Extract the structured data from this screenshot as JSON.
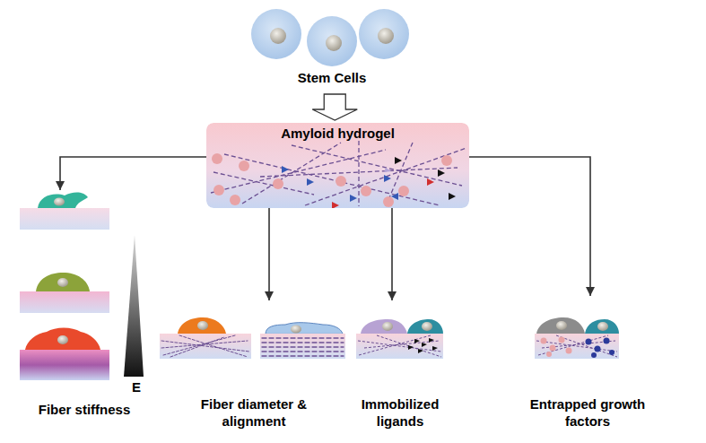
{
  "diagram": {
    "nodes": [
      {
        "text": [
          "Stem Cells"
        ]
      },
      {
        "text": [
          "Amyloid hydrogel"
        ]
      },
      {
        "text": [
          "Fiber stiffness"
        ]
      },
      {
        "text": [
          "Fiber diameter & alignment"
        ]
      },
      {
        "text": [
          "Immobilized ligands"
        ]
      },
      {
        "text": [
          "Entrapped growth factors"
        ]
      }
    ],
    "edges": [
      {
        "from": 0,
        "to": 1,
        "arrow": "to"
      },
      {
        "from": 1,
        "to": 2,
        "arrow": "to"
      },
      {
        "from": 1,
        "to": 3,
        "arrow": "to"
      },
      {
        "from": 1,
        "to": 4,
        "arrow": "to"
      },
      {
        "from": 1,
        "to": 5,
        "arrow": "to"
      }
    ],
    "labels": [
      "E"
    ]
  }
}
